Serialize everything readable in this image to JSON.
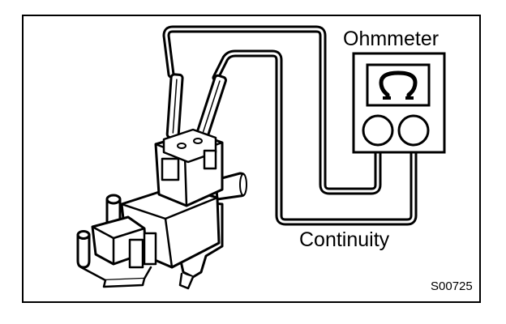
{
  "labels": {
    "meter": "Ohmmeter",
    "condition": "Continuity",
    "figure_code": "S00725"
  },
  "icons": {
    "meter_symbol": "ohm-symbol"
  },
  "colors": {
    "ink": "#000000",
    "paper": "#ffffff"
  }
}
